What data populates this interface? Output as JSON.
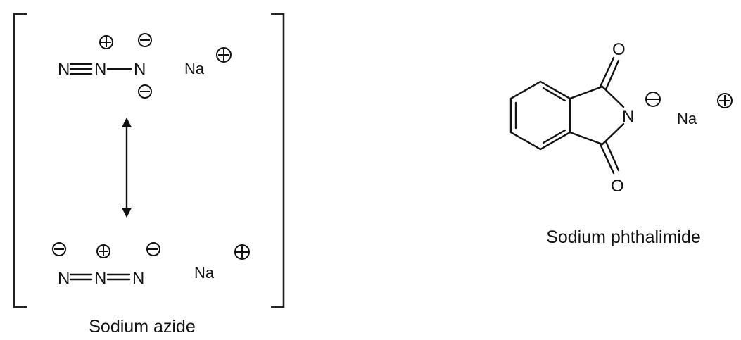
{
  "azide": {
    "caption": "Sodium azide",
    "top": {
      "n1": "N",
      "n2": "N",
      "n3": "N",
      "na": "Na"
    },
    "bottom": {
      "n1": "N",
      "n2": "N",
      "n3": "N",
      "na": "Na"
    }
  },
  "phthalimide": {
    "caption": "Sodium phthalimide",
    "o_top": "O",
    "o_bottom": "O",
    "n": "N",
    "na": "Na"
  }
}
